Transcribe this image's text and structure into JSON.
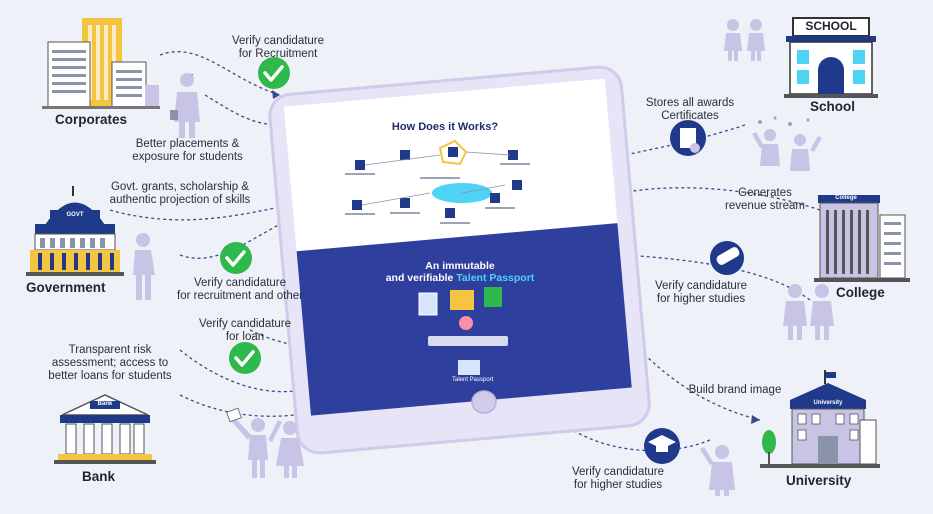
{
  "entities": {
    "corporates": "Corporates",
    "government": "Government",
    "bank": "Bank",
    "school": "School",
    "college": "College",
    "university": "University"
  },
  "icon_text": {
    "school_sign": "SCHOOL",
    "govt_sign": "GOVT",
    "bank_sign": "Bank",
    "college_sign": "College",
    "university_sign": "University"
  },
  "labels": {
    "corp_verify": [
      "Verify candidature",
      "for Recruitment"
    ],
    "corp_placements": [
      "Better placements &",
      "exposure for students"
    ],
    "govt_grants": [
      "Govt. grants, scholarship &",
      "authentic projection of skills"
    ],
    "govt_verify": [
      "Verify candidature",
      "for recruitment and other"
    ],
    "bank_verify": [
      "Verify candidature",
      "for loan"
    ],
    "bank_risk": [
      "Transparent risk",
      "assessment; access to",
      "better loans for students"
    ],
    "school_awards": [
      "Stores all awards",
      "Certificates"
    ],
    "college_revenue": [
      "Generates",
      "revenue stream"
    ],
    "college_verify": [
      "Verify candidature",
      "for higher studies"
    ],
    "univ_brand": [
      "Build brand image"
    ],
    "univ_verify": [
      "Verify candidature",
      "for higher studies"
    ]
  },
  "tablet": {
    "title": "How Does it Works?",
    "passport_line1": "An immutable",
    "passport_line2a": "and verifiable ",
    "passport_line2b": "Talent Passport",
    "passport_tag": "Talent Passport"
  },
  "colors": {
    "background": "#eef1f7",
    "dark_blue": "#1f3a8a",
    "navy": "#1f2d6b",
    "green_check": "#2fb84c",
    "yellow": "#f5c542",
    "lavender": "#c7c4e6",
    "screen_blue": "#2e3f9e"
  }
}
